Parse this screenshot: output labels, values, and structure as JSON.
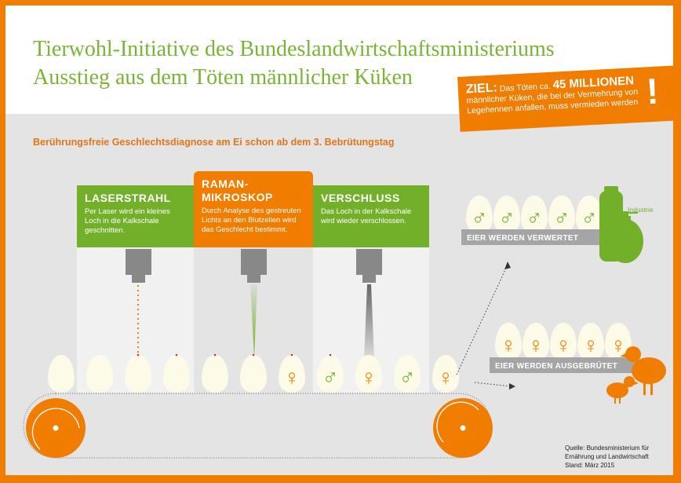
{
  "title": {
    "line1": "Tierwohl-Initiative des Bundeslandwirtschaftsministeriums",
    "line2": "Ausstieg aus dem Töten männlicher Küken"
  },
  "goal": {
    "label": "ZIEL:",
    "text1": " Das Töten ca. ",
    "highlight": "45 MILLIONEN",
    "text2": "männlicher Küken, die bei der Vermehrung von",
    "text3": "Legehennen anfallen, muss vermieden werden",
    "mark": "!"
  },
  "subtitle": "Berührungsfreie Geschlechtsdiagnose am Ei schon ab dem 3. Bebrütungstag",
  "steps": [
    {
      "title": "LASERSTRAHL",
      "text": "Per Laser wird ein kleines Loch in die Kalkschale geschnitten."
    },
    {
      "title": "RAMAN-MIKROSKOP",
      "text": "Durch Analyse des gestreuten Lichts an den Blutzellen wird das Geschlecht bestimmt."
    },
    {
      "title": "VERSCHLUSS",
      "text": "Das Loch in der Kalkschale wird wieder verschlossen."
    }
  ],
  "outputs": {
    "male_bar": "EIER WERDEN VERWERTET",
    "female_bar": "EIER WERDEN AUSGEBRÜTET",
    "industry": "Industrie"
  },
  "symbols": {
    "male": "♂",
    "female": "♀"
  },
  "source": {
    "line1": "Quelle: Bundesministerium für",
    "line2": "Ernährung und Landwirtschaft",
    "line3": "Stand: März 2015"
  },
  "colors": {
    "green": "#72b02a",
    "orange": "#f07d00",
    "gray": "#e4e4e4"
  }
}
